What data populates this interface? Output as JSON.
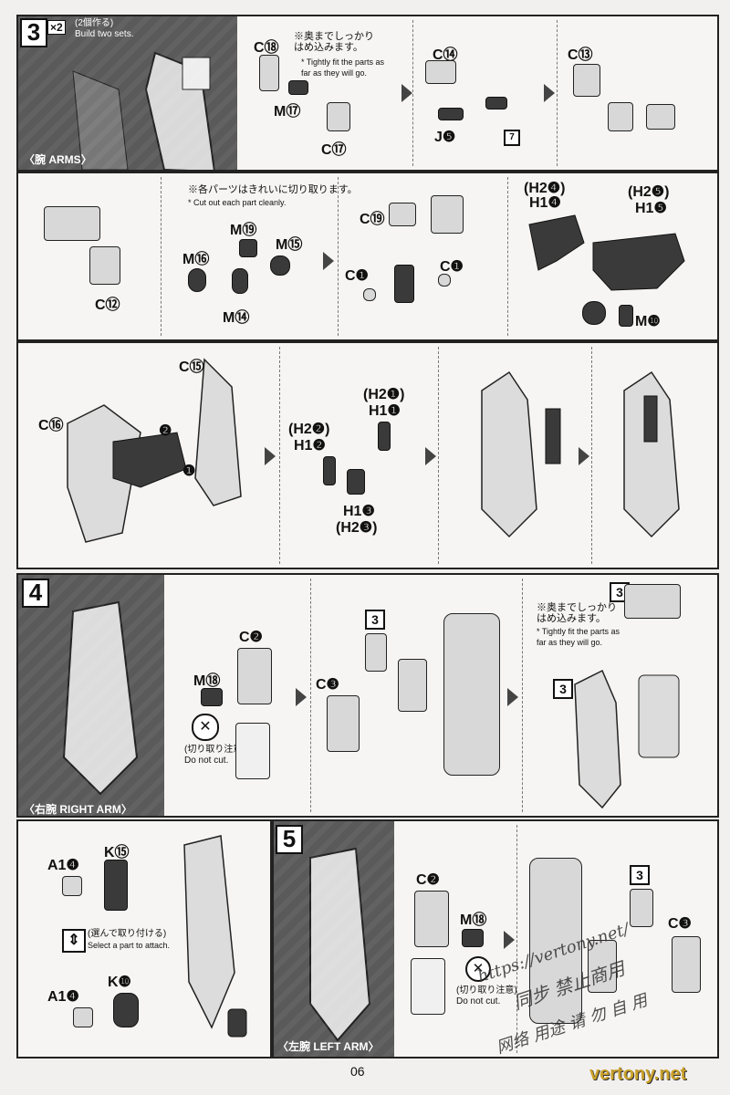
{
  "step3": {
    "number": "3",
    "multiplier": "×2",
    "build_jp": "(2個作る)",
    "build_en": "Build two sets.",
    "section_label": "〈腕 ARMS〉",
    "note_tight_jp": "※奥までしっかり\nはめ込みます。",
    "note_tight_en": "* Tightly fit the parts as\nfar as they will go.",
    "note_cut_jp": "※各パーツはきれいに切り取ります。",
    "note_cut_en": "* Cut out each part cleanly.",
    "parts": {
      "c18": "C⑱",
      "m17": "M⑰",
      "c17": "C⑰",
      "c14": "C⑭",
      "j5": "J❺",
      "j_ref": "7",
      "c13": "C⑬",
      "c12": "C⑫",
      "m19": "M⑲",
      "m16": "M⑯",
      "m15": "M⑮",
      "m14": "M⑭",
      "c19": "C⑲",
      "c1a": "C❶",
      "c1b": "C❶",
      "h2_4": "(H2❹)",
      "h1_4": "H1❹",
      "h2_5": "(H2❺)",
      "h1_5": "H1❺",
      "m10": "M❿",
      "c15": "C⑮",
      "c16": "C⑯",
      "n2": "❷",
      "n1": "❶",
      "h2_1": "(H2❶)",
      "h1_1": "H1❶",
      "h2_2": "(H2❷)",
      "h1_2": "H1❷",
      "h1_3": "H1❸",
      "h2_3": "(H2❸)"
    }
  },
  "step4": {
    "number": "4",
    "section_label": "〈右腕 RIGHT ARM〉",
    "parts": {
      "c2": "C❷",
      "m18": "M⑱",
      "c3": "C❸",
      "ref3a": "3",
      "ref3b": "3",
      "ref3c": "3"
    },
    "note_no_cut_jp": "(切り取り注意)",
    "note_no_cut_en": "Do not cut.",
    "note_tight_jp": "※奥までしっかり\nはめ込みます。",
    "note_tight_en": "* Tightly fit the parts as\nfar as they will go."
  },
  "step4b": {
    "parts": {
      "a14a": "A1❹",
      "k15": "K⑮",
      "a14b": "A1❹",
      "k10": "K❿"
    },
    "select_jp": "(選んで取り付ける)",
    "select_en": "Select a part to attach."
  },
  "step5": {
    "number": "5",
    "section_label": "〈左腕 LEFT ARM〉",
    "parts": {
      "c2": "C❷",
      "m18": "M⑱",
      "ref3": "3",
      "c3": "C❸"
    },
    "note_no_cut_jp": "(切り取り注意)",
    "note_no_cut_en": "Do not cut."
  },
  "watermarks": [
    "https://vertony.net/",
    "同步 禁止商用",
    "网络 用途 请 勿 自 用",
    "vertony.net"
  ],
  "page_number": "06",
  "colors": {
    "dark_panel": "#5a5a5a",
    "part_dark": "#3a3a3a",
    "part_light": "#d8d8d8"
  }
}
